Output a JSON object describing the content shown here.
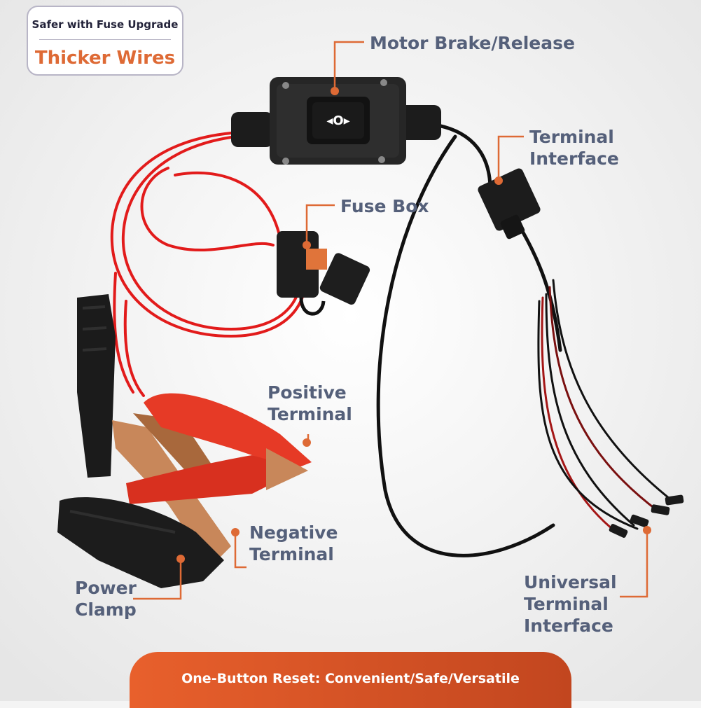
{
  "badge": {
    "top_text": "Safer with Fuse Upgrade",
    "main_text": "Thicker Wires"
  },
  "labels": {
    "motor_brake": "Motor Brake/Release",
    "terminal_interface": [
      "Terminal",
      "Interface"
    ],
    "fuse_box": "Fuse Box",
    "positive_terminal": [
      "Positive",
      "Terminal"
    ],
    "negative_terminal": [
      "Negative",
      "Terminal"
    ],
    "power_clamp": [
      "Power",
      "Clamp"
    ],
    "universal_terminal": [
      "Universal",
      "Terminal",
      "Interface"
    ]
  },
  "switch_symbol": "◂O▸",
  "banner": {
    "text": "One-Button Reset: Convenient/Safe/Versatile"
  },
  "colors": {
    "accent": "#de6a35",
    "label_text": "#55607a",
    "red_wire": "#e21b1b",
    "black_wire": "#111111",
    "banner_start": "#e8602c",
    "banner_end": "#c2461f",
    "copper": "#c8875a"
  }
}
